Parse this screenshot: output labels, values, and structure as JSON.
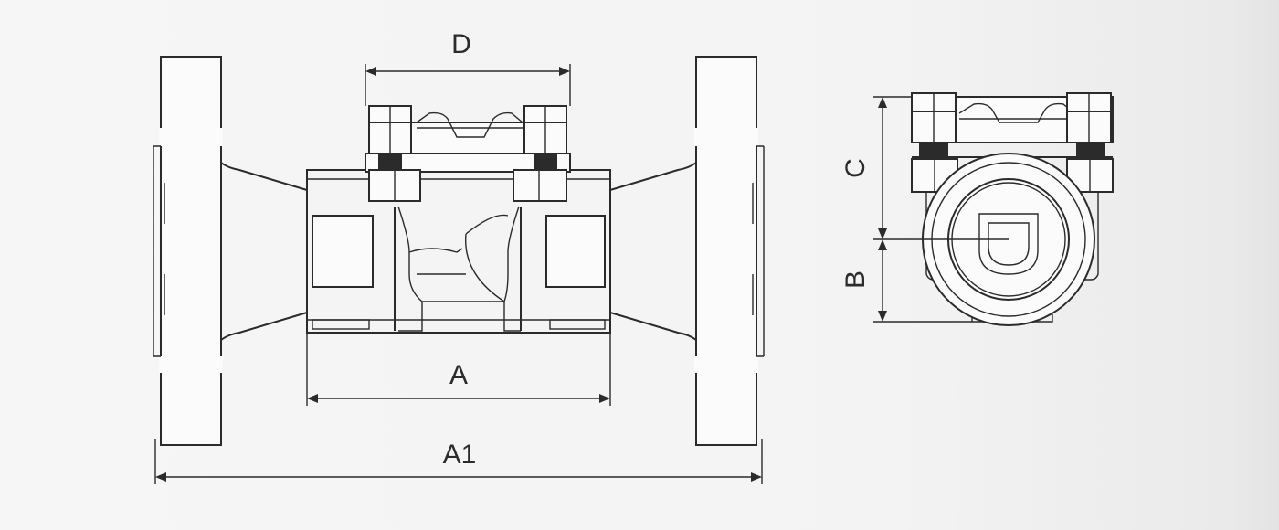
{
  "labels": {
    "d": "D",
    "a": "A",
    "a1": "A1",
    "c": "C",
    "b": "B"
  },
  "colors": {
    "line": "#2b2b2b",
    "background": "#f5f5f5"
  }
}
